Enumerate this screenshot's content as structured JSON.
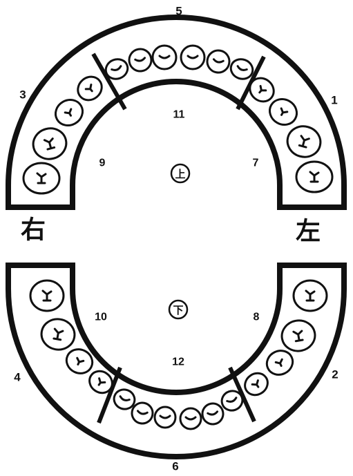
{
  "diagram": {
    "section_numbers": {
      "upper_front": "5",
      "upper_right_side": "3",
      "upper_left_side": "1",
      "upper_inner_front": "11",
      "upper_inner_right": "9",
      "upper_inner_left": "7",
      "lower_inner_right": "10",
      "lower_inner_left": "8",
      "lower_inner_front": "12",
      "lower_right_side": "4",
      "lower_left_side": "2",
      "lower_front": "6"
    },
    "jaw_labels": {
      "upper": "上",
      "lower": "下"
    },
    "side_labels": {
      "right": "右",
      "left": "左"
    },
    "colors": {
      "ink": "#111111",
      "paper": "#ffffff"
    }
  }
}
